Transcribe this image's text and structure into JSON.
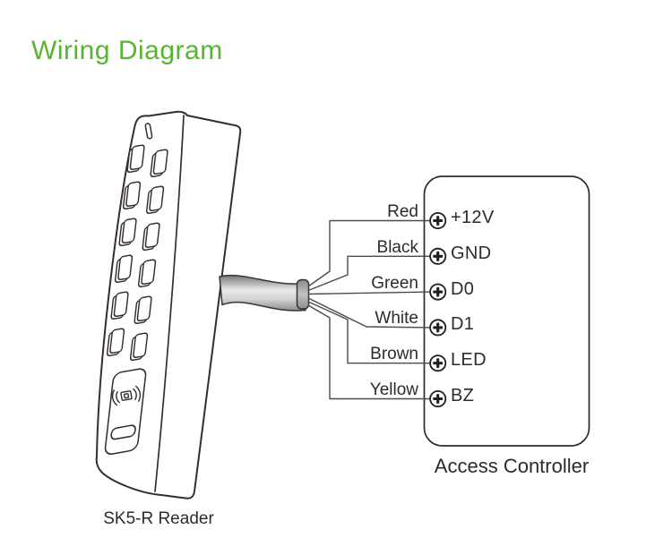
{
  "title": "Wiring Diagram",
  "colors": {
    "accent_green": "#58b531",
    "outline": "#352e2a",
    "wire_line": "#4b4b4b",
    "text": "#2b2b2b",
    "cable_gray": "#c9c9c9"
  },
  "reader": {
    "caption": "SK5-R Reader"
  },
  "controller": {
    "caption": "Access Controller",
    "terminals": [
      {
        "label": "+12V",
        "wire_color": "Red"
      },
      {
        "label": "GND",
        "wire_color": "Black"
      },
      {
        "label": "D0",
        "wire_color": "Green"
      },
      {
        "label": "D1",
        "wire_color": "White"
      },
      {
        "label": "LED",
        "wire_color": "Brown"
      },
      {
        "label": "BZ",
        "wire_color": "Yellow"
      }
    ]
  }
}
